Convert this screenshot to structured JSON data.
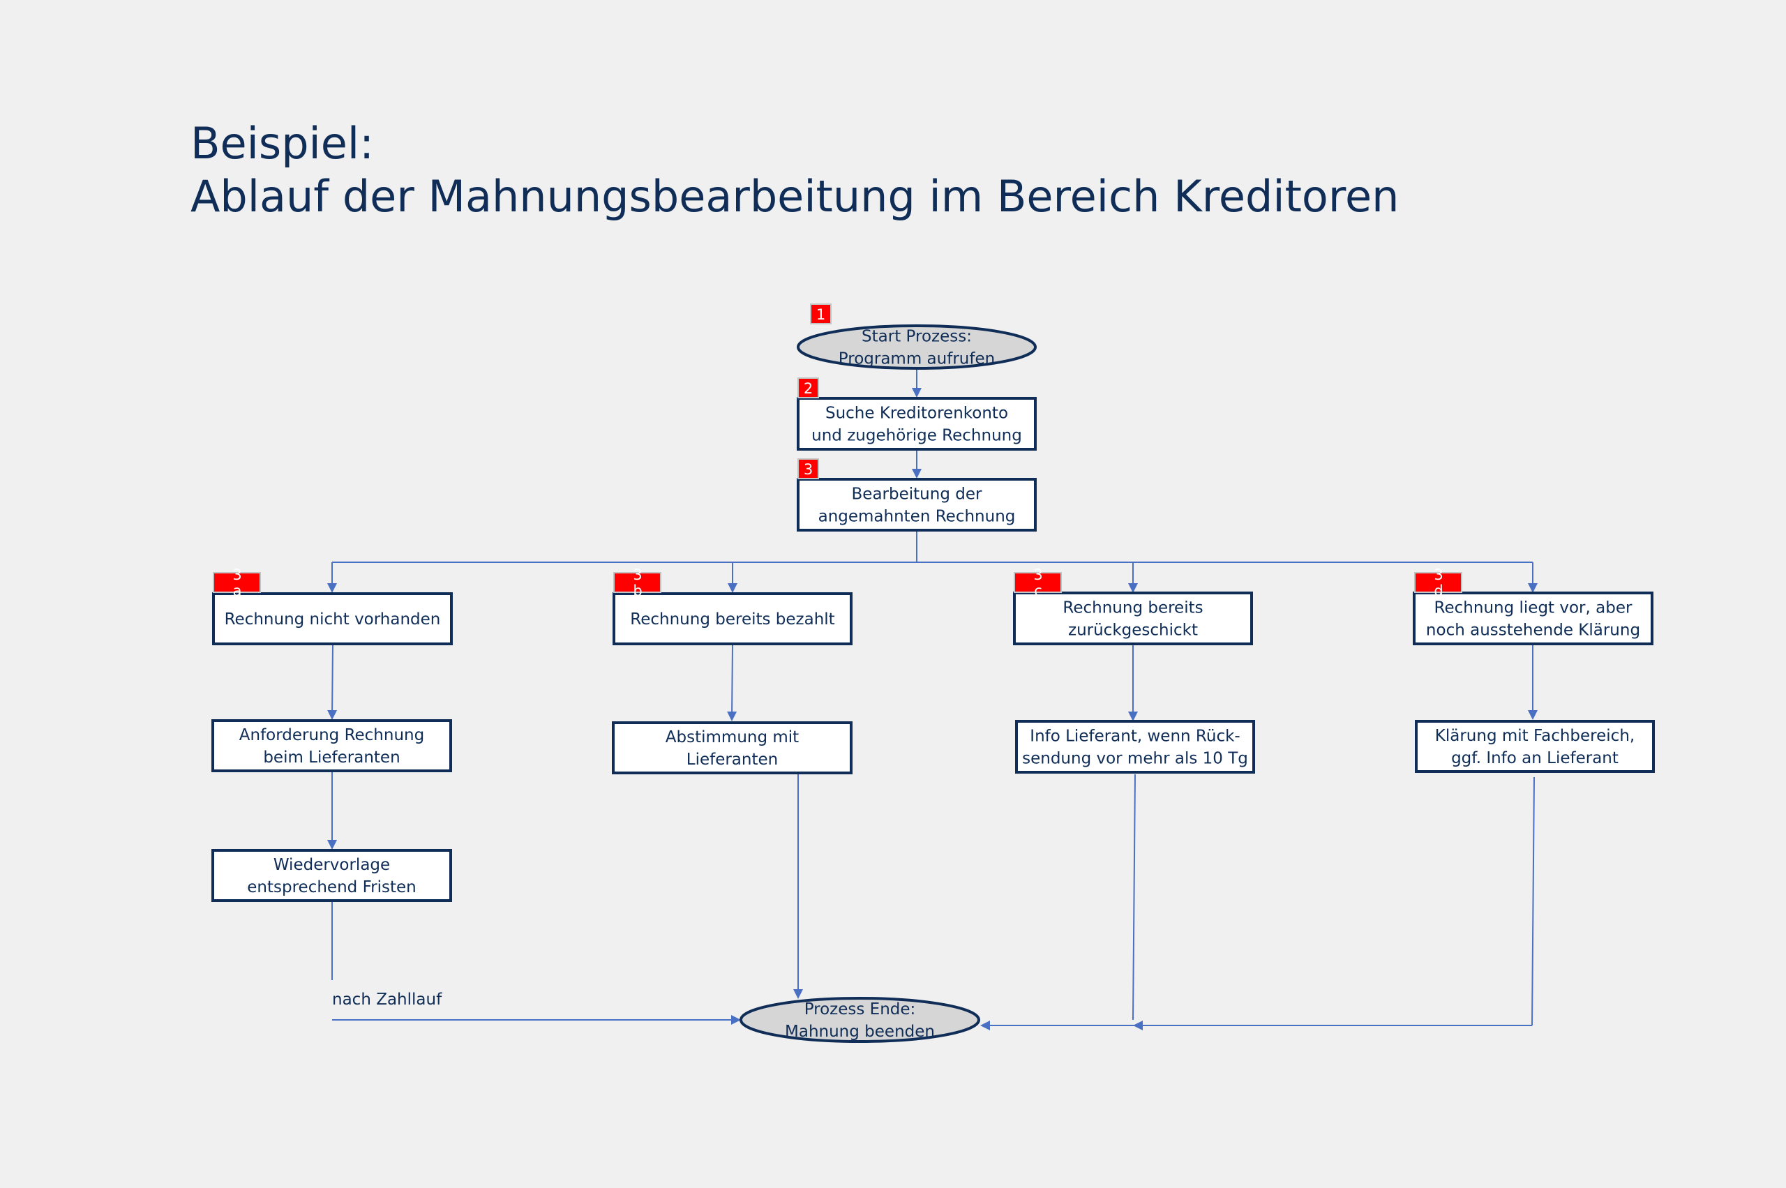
{
  "title": {
    "line1": "Beispiel:",
    "line2": "Ablauf der Mahnungsbearbeitung im Bereich Kreditoren"
  },
  "nodes": {
    "start": {
      "shape": "terminal",
      "lines": [
        "Start Prozess:",
        "Programm aufrufen"
      ]
    },
    "search": {
      "shape": "process",
      "lines": [
        "Suche Kreditorenkonto",
        "und zugehörige Rechnung"
      ]
    },
    "process": {
      "shape": "process",
      "lines": [
        "Bearbeitung der",
        "angemahnten Rechnung"
      ]
    },
    "case_a": {
      "shape": "process",
      "lines": [
        "Rechnung nicht vorhanden"
      ]
    },
    "case_b": {
      "shape": "process",
      "lines": [
        "Rechnung bereits bezahlt"
      ]
    },
    "case_c": {
      "shape": "process",
      "lines": [
        "Rechnung bereits",
        "zurückgeschickt"
      ]
    },
    "case_d": {
      "shape": "process",
      "lines": [
        "Rechnung liegt vor, aber",
        "noch ausstehende Klärung"
      ]
    },
    "request_invoice": {
      "shape": "process",
      "lines": [
        "Anforderung Rechnung",
        "beim Lieferanten"
      ]
    },
    "resubmission": {
      "shape": "process",
      "lines": [
        "Wiedervorlage",
        "entsprechend Fristen"
      ]
    },
    "reconcile": {
      "shape": "process",
      "lines": [
        "Abstimmung mit",
        "Lieferanten"
      ]
    },
    "info_supplier": {
      "shape": "process",
      "lines": [
        "Info Lieferant, wenn Rück-",
        "sendung vor mehr als 10 Tg"
      ]
    },
    "clarify": {
      "shape": "process",
      "lines": [
        "Klärung mit Fachbereich,",
        "ggf. Info an Lieferant"
      ]
    },
    "end": {
      "shape": "terminal",
      "lines": [
        "Prozess Ende:",
        "Mahnung beenden"
      ]
    }
  },
  "badges": {
    "start": {
      "lines": [
        "1"
      ]
    },
    "search": {
      "lines": [
        "2"
      ]
    },
    "process": {
      "lines": [
        "3"
      ]
    },
    "case_a": {
      "lines": [
        "3",
        "a"
      ]
    },
    "case_b": {
      "lines": [
        "3",
        "b"
      ]
    },
    "case_c": {
      "lines": [
        "3",
        "c"
      ]
    },
    "case_d": {
      "lines": [
        "3",
        "d"
      ]
    }
  },
  "edge_labels": {
    "after_payment_run": "nach Zahllauf"
  },
  "colors": {
    "title": "#0f2d57",
    "node_border": "#0f2d57",
    "terminal_fill": "#d6d6d6",
    "connector": "#4a70c4",
    "badge": "#ff0000",
    "background": "#f0f0f0"
  }
}
